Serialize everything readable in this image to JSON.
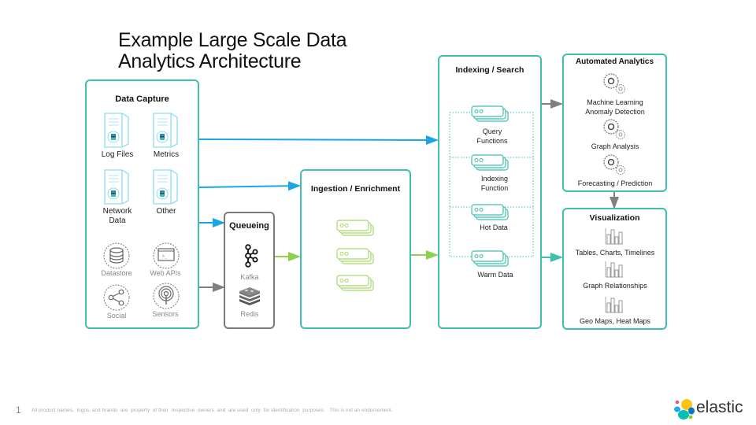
{
  "title": {
    "line1": "Example Large Scale Data",
    "line2": "Analytics Architecture"
  },
  "colors": {
    "teal": "#3fbfae",
    "blue": "#1aa6e6",
    "green": "#8dcf4f",
    "gray": "#808080"
  },
  "data_capture": {
    "title": "Data Capture",
    "file_sources": [
      {
        "label": "Log Files",
        "icon": "document-icon"
      },
      {
        "label": "Metrics",
        "icon": "document-icon"
      },
      {
        "label": "Network Data",
        "icon": "document-icon"
      },
      {
        "label": "Other",
        "icon": "document-icon"
      }
    ],
    "other_sources": [
      {
        "label": "Datastore",
        "icon": "database-icon"
      },
      {
        "label": "Web APIs",
        "icon": "browser-icon"
      },
      {
        "label": "Social",
        "icon": "share-icon"
      },
      {
        "label": "Sensors",
        "icon": "sensor-icon"
      }
    ]
  },
  "queueing": {
    "title": "Queueing",
    "items": [
      {
        "label": "Kafka",
        "icon": "kafka-icon"
      },
      {
        "label": "Redis",
        "icon": "redis-icon"
      }
    ]
  },
  "ingestion": {
    "title": "Ingestion / Enrichment"
  },
  "indexing": {
    "title": "Indexing / Search",
    "nodes": [
      {
        "label": "Query Functions"
      },
      {
        "label": "Indexing Function"
      },
      {
        "label": "Hot Data"
      },
      {
        "label": "Warm Data"
      }
    ]
  },
  "automated_analytics": {
    "title": "Automated Analytics",
    "items": [
      {
        "label1": "Machine Learning",
        "label2": "Anomaly Detection"
      },
      {
        "label1": "Graph Analysis",
        "label2": ""
      },
      {
        "label1": "Forecasting / Prediction",
        "label2": ""
      }
    ]
  },
  "visualization": {
    "title": "Visualization",
    "items": [
      {
        "label": "Tables, Charts, Timelines"
      },
      {
        "label": "Graph Relationships"
      },
      {
        "label": "Geo Maps, Heat Maps"
      }
    ]
  },
  "footer": {
    "page_number": "1",
    "disclaimer": "All product names,  logos, and brands  are  property  of their  respective  owners  and  are used  only  for identification  purposes.   This is not an endorsement.",
    "brand": "elastic"
  }
}
